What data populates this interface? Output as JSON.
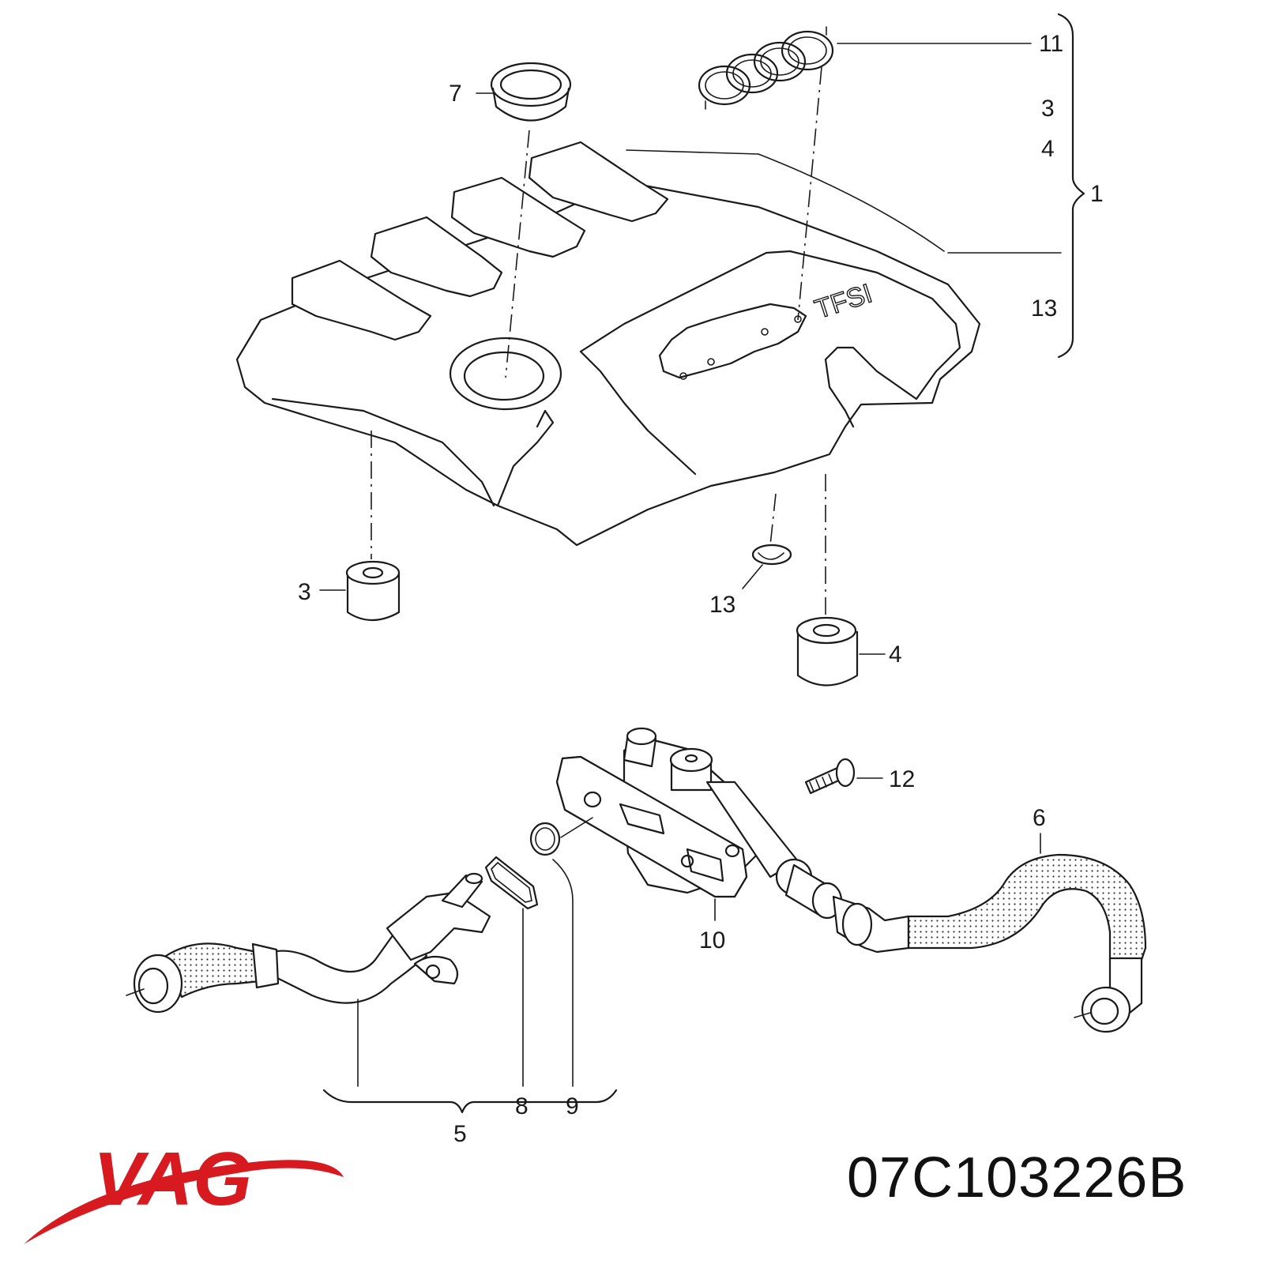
{
  "brand": {
    "logo_text": "VAG",
    "color": "#d71920"
  },
  "part_number": "07C103226B",
  "cover_badge": "TFSI",
  "callouts": {
    "c1": "1",
    "c3_top": "3",
    "c4_top": "4",
    "c11": "11",
    "c13_top": "13",
    "c7": "7",
    "c3": "3",
    "c13": "13",
    "c4": "4",
    "c12": "12",
    "c6": "6",
    "c10": "10",
    "c8": "8",
    "c9": "9",
    "c5": "5"
  }
}
